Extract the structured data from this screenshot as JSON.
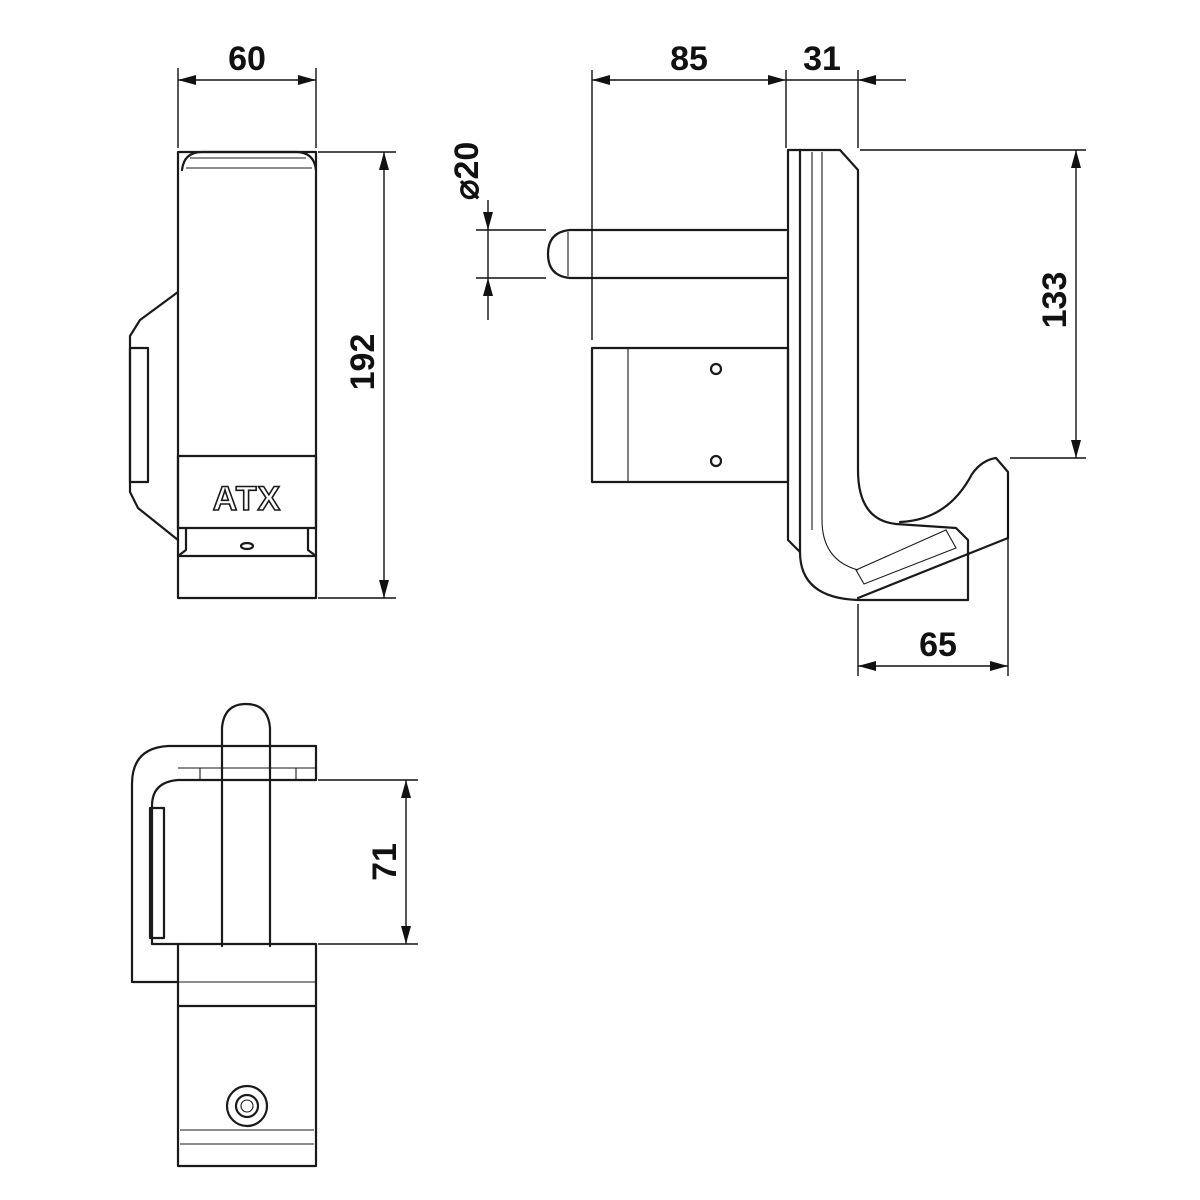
{
  "brand": {
    "logo_text": "ATX"
  },
  "dimensions": {
    "front_width": "60",
    "front_height": "192",
    "side_pin_length": "85",
    "side_plate_thickness": "31",
    "pin_diameter_symbol": "⌀",
    "pin_diameter_value": "20",
    "hook_height": "133",
    "hook_depth": "65",
    "top_gap": "71"
  },
  "colors": {
    "line": "#1a1a1a",
    "background": "#ffffff"
  }
}
